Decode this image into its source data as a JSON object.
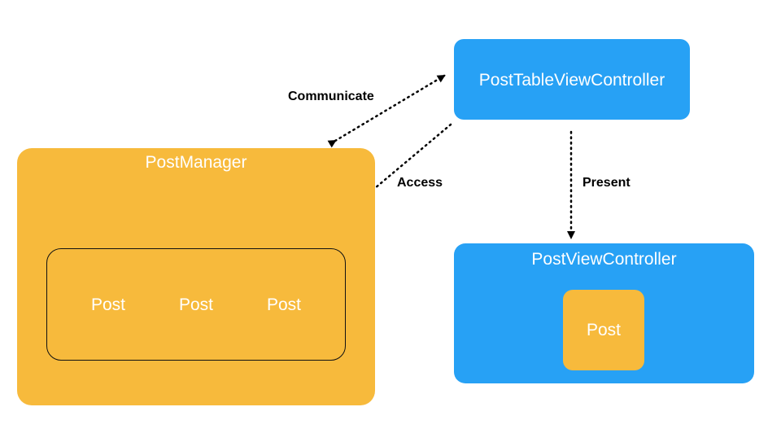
{
  "nodes": {
    "post_manager": {
      "title": "PostManager",
      "posts": [
        "Post",
        "Post",
        "Post"
      ]
    },
    "post_table_view_controller": {
      "title": "PostTableViewController"
    },
    "post_view_controller": {
      "title": "PostViewController",
      "post": "Post"
    }
  },
  "edges": {
    "communicate": {
      "label": "Communicate",
      "style": "dotted",
      "direction": "both"
    },
    "access": {
      "label": "Access",
      "style": "dotted",
      "direction": "forward"
    },
    "present": {
      "label": "Present",
      "style": "dotted",
      "direction": "forward"
    }
  },
  "colors": {
    "orange": "#F7BA3C",
    "blue": "#27A1F5",
    "text_on_node": "#FFFFFF",
    "edge": "#000000"
  }
}
